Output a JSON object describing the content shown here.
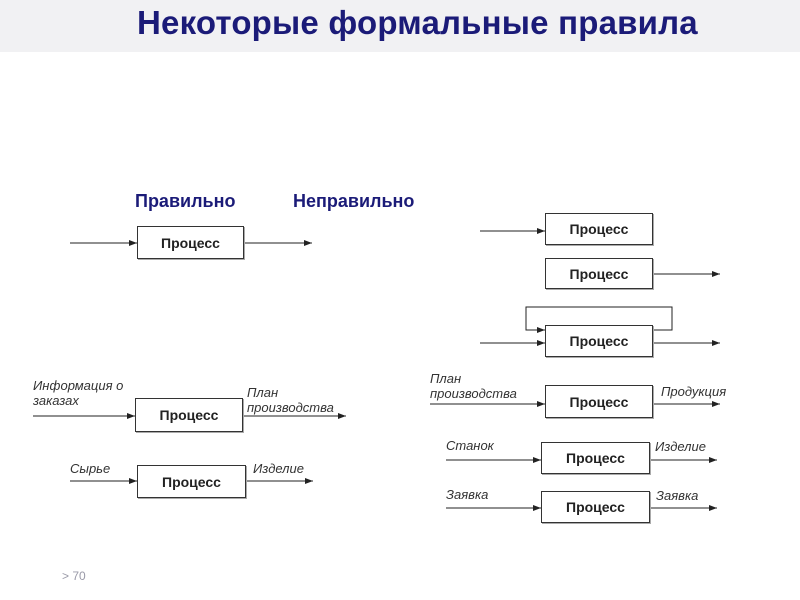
{
  "title": "Некоторые формальные правила",
  "headings": {
    "correct": "Правильно",
    "incorrect": "Неправильно"
  },
  "process_label": "Процесс",
  "labels": {
    "orders_info": "Информация о заказах",
    "production_plan": "План производства",
    "raw_materials": "Сырье",
    "product_item": "Изделие",
    "production_plan_wrong": "План производства",
    "products": "Продукция",
    "machine_tool": "Станок",
    "product_item_wrong": "Изделие",
    "request_in": "Заявка",
    "request_out": "Заявка"
  },
  "footer": "> 70"
}
